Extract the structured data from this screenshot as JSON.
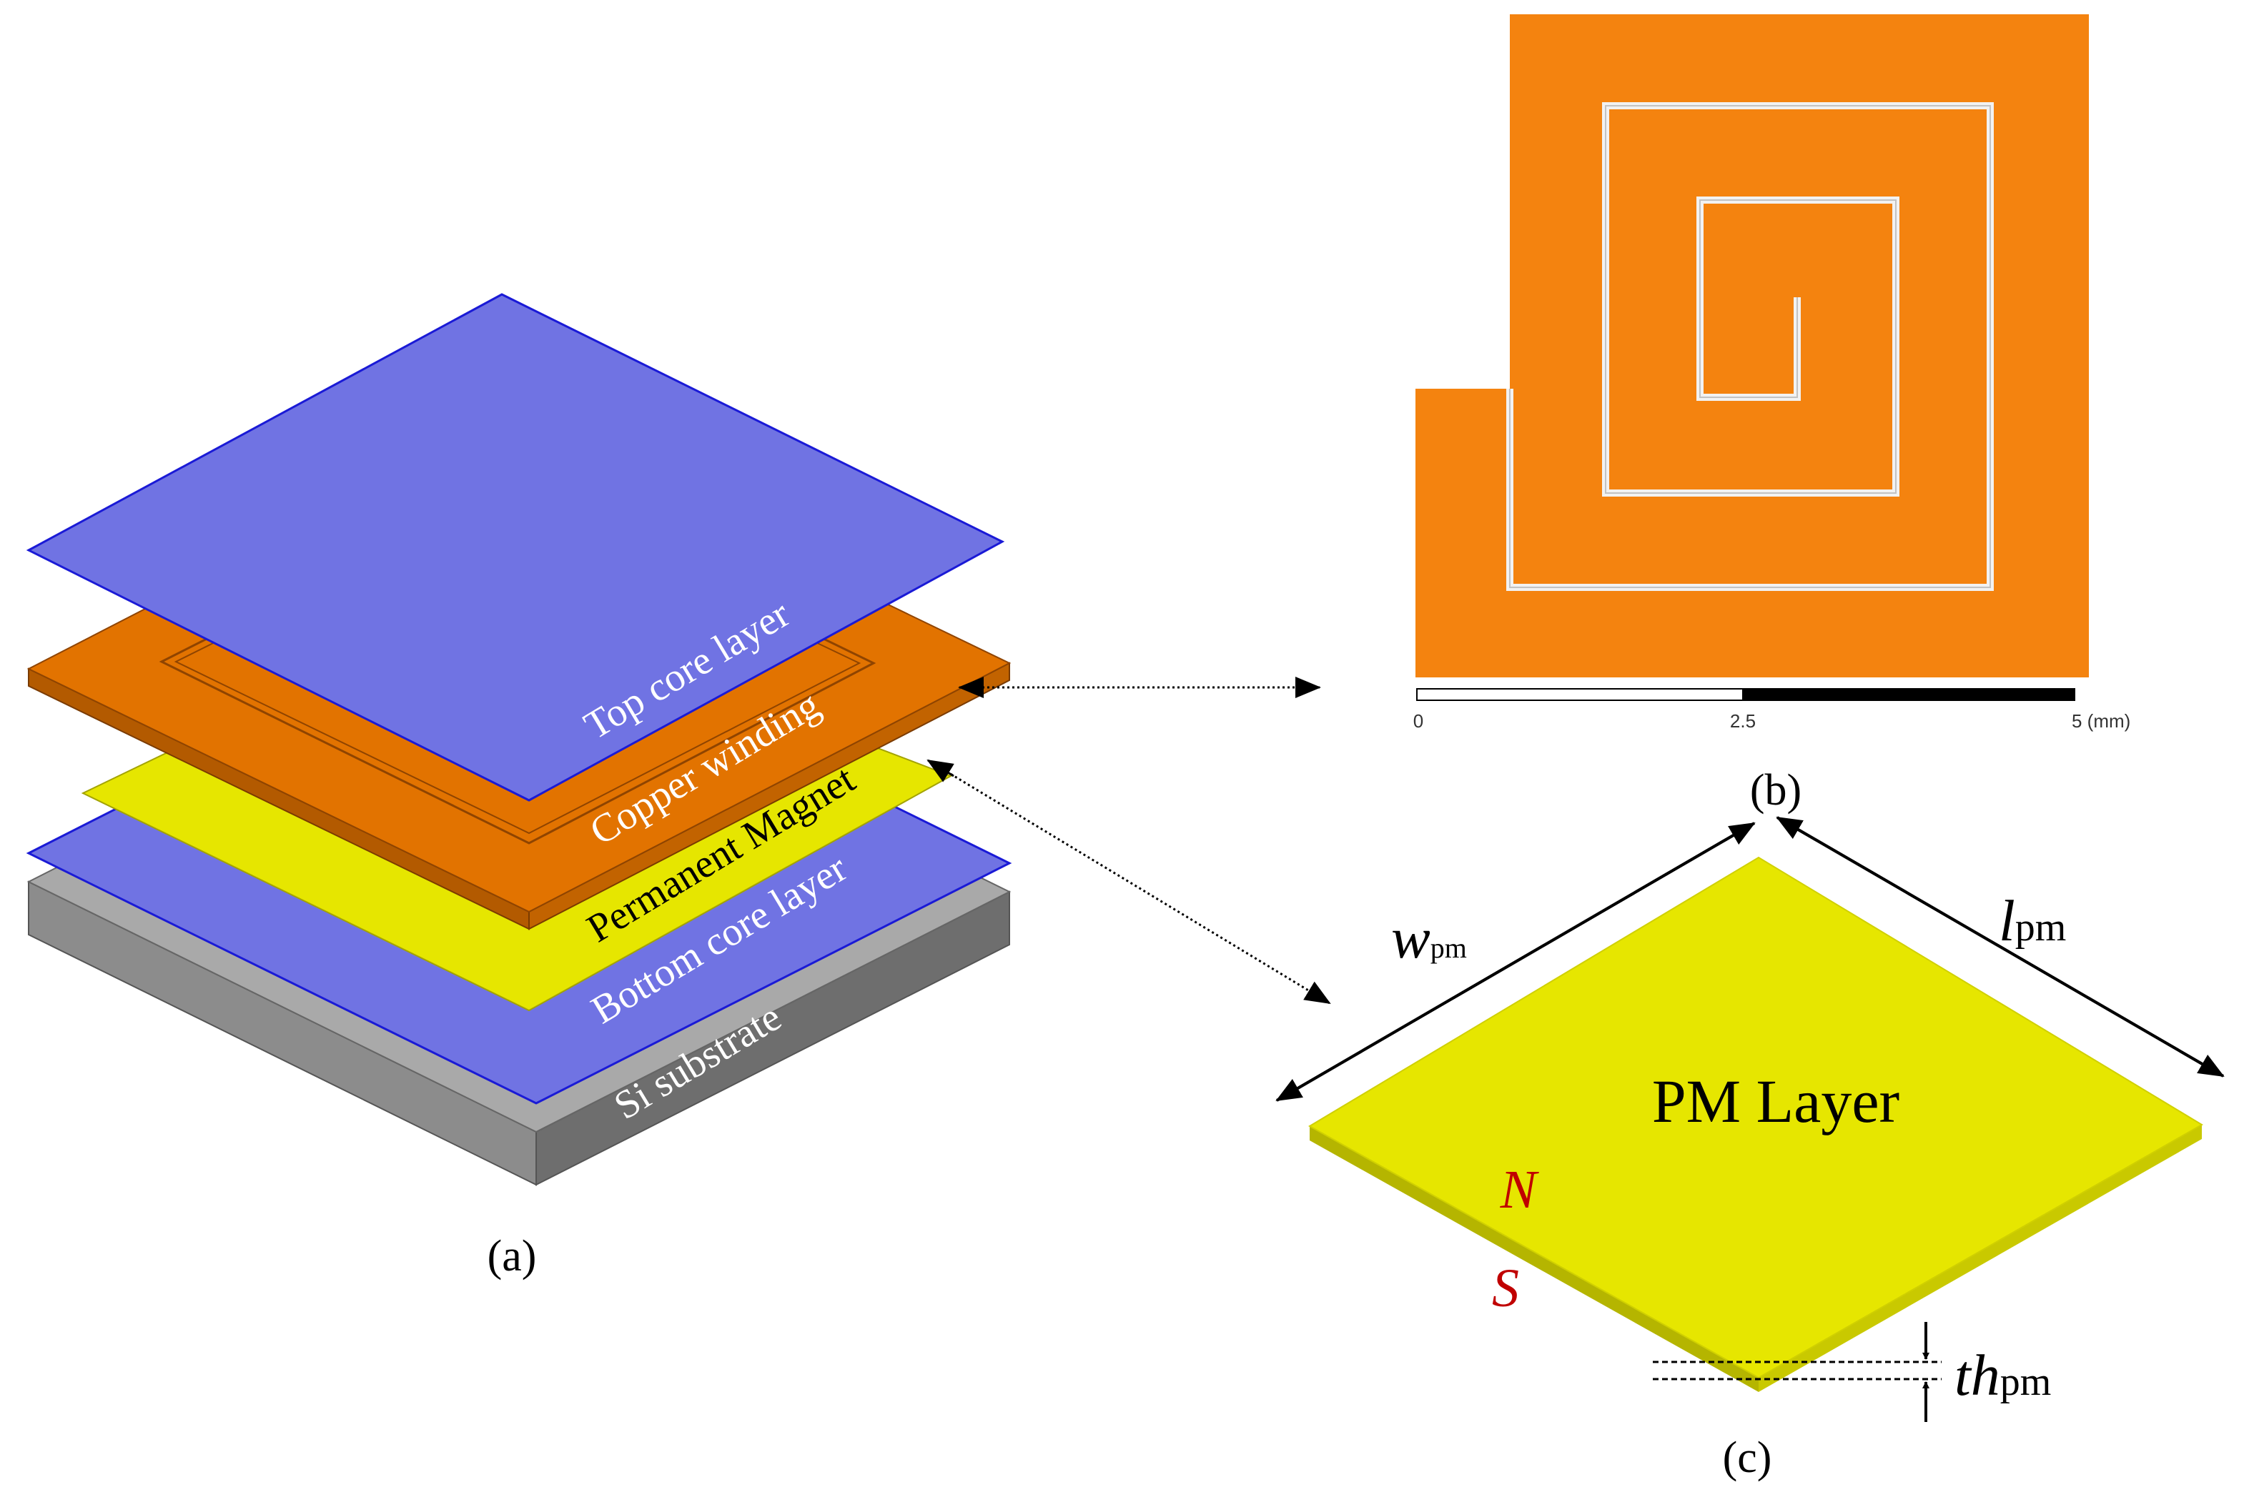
{
  "panel_a": {
    "caption": "(a)",
    "layers": {
      "top_core": "Top core layer",
      "copper": "Copper winding",
      "pm": "Permanent Magnet",
      "bottom_core": "Bottom core layer",
      "substrate": "Si substrate"
    }
  },
  "panel_b": {
    "caption": "(b)",
    "scale": {
      "tick_0": "0",
      "tick_mid": "2.5",
      "tick_end": "5 (mm)"
    }
  },
  "panel_c": {
    "caption": "(c)",
    "title": "PM Layer",
    "north": "N",
    "south": "S",
    "w_symbol": "w",
    "w_sub": "pm",
    "l_symbol": "l",
    "l_sub": "pm",
    "th_symbol": "th",
    "th_sub": "pm"
  },
  "colors": {
    "core": "#7073e3",
    "core_edge": "#1a1ad6",
    "copper": "#e27300",
    "copper_face": "#f4830f",
    "pm": "#e6e600",
    "substrate": "#a9a9a9",
    "pole_text": "#c00000"
  }
}
